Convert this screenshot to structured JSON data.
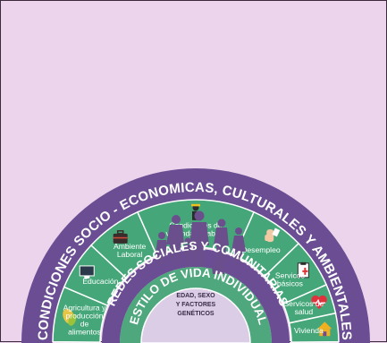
{
  "layers": {
    "outer_title": "CONDICIONES SOCIO - ECONOMICAS, CULTURALES Y AMBIENTALES",
    "middle_title": "REDES SOCIALES Y COMUNITARIAS",
    "inner_title": "ESTILO DE VIDA INDIVIDUAL",
    "core_line1": "EDAD, SEXO",
    "core_line2": "Y FACTORES",
    "core_line3": "GENÉTICOS"
  },
  "segments": [
    {
      "icon": "wheat-icon",
      "line1": "Agricultura y",
      "line2": "producción",
      "line3": "de",
      "line4": "alimentos"
    },
    {
      "icon": "computer-icon",
      "line1": "Educación"
    },
    {
      "icon": "briefcase-icon",
      "line1": "Ambiente",
      "line2": "Laboral"
    },
    {
      "icon": "worker-icon",
      "line1": "Condiciones de",
      "line2": "vivienda y trabajo"
    },
    {
      "icon": "hand-icon",
      "line1": "Desempleo"
    },
    {
      "icon": "clipboard-icon",
      "line1": "Servicos",
      "line2": "básicos"
    },
    {
      "icon": "heart-pulse-icon",
      "line1": "Servicos de",
      "line2": "salud"
    },
    {
      "icon": "house-icon",
      "line1": "Vivienda"
    }
  ],
  "colors": {
    "background": "#ecd4ec",
    "outer_band": "#6a4d93",
    "segment_green": "#45a779",
    "middle_band": "#6a4d93",
    "inner_band": "#4fa77d",
    "core": "#dccde6",
    "people": "#6b4f8c"
  }
}
